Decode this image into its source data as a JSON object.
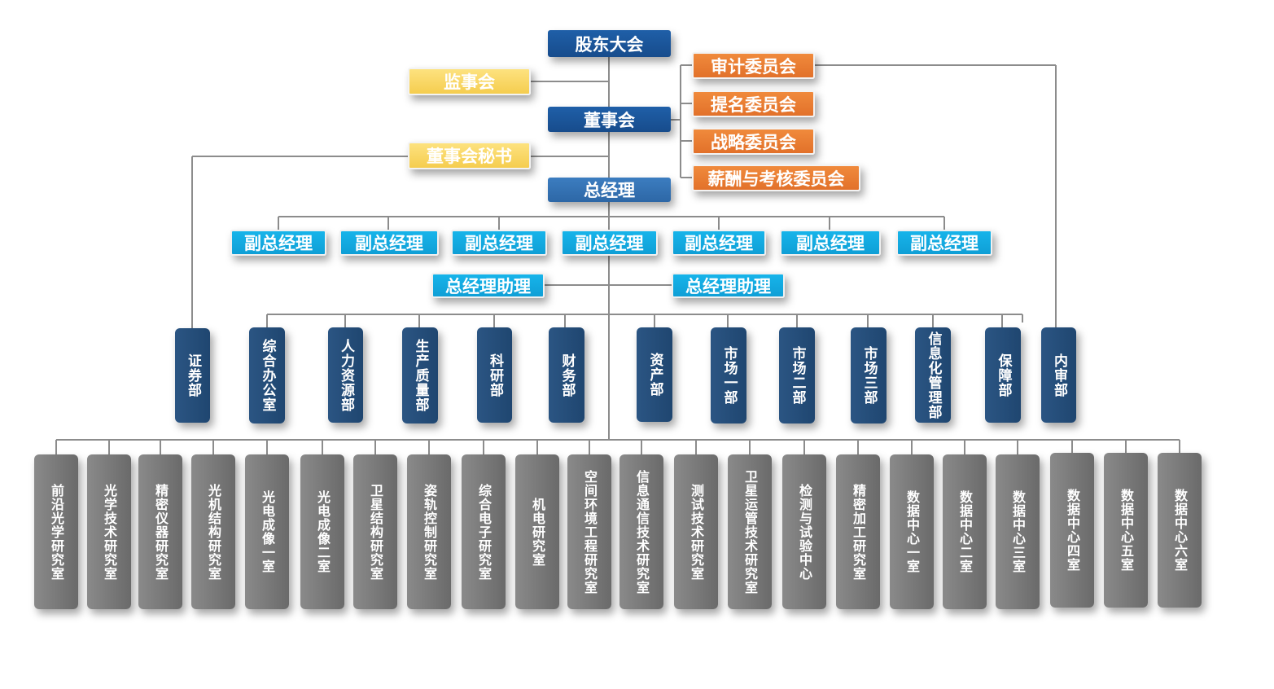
{
  "top": {
    "shareholders": "股东大会",
    "supervisors": "监事会",
    "board": "董事会",
    "board_secretary": "董事会秘书",
    "general_manager": "总经理"
  },
  "committees": [
    "审计委员会",
    "提名委员会",
    "战略委员会",
    "薪酬与考核委员会"
  ],
  "deputy_gms": [
    "副总经理",
    "副总经理",
    "副总经理",
    "副总经理",
    "副总经理",
    "副总经理",
    "副总经理"
  ],
  "gm_assistants": [
    "总经理助理",
    "总经理助理"
  ],
  "departments": [
    "证券部",
    "综合办公室",
    "人力资源部",
    "生产质量部",
    "科研部",
    "财务部",
    "资产部",
    "市场一部",
    "市场二部",
    "市场三部",
    "信息化管理部",
    "保障部",
    "内审部"
  ],
  "rooms": [
    "前沿光学研究室",
    "光学技术研究室",
    "精密仪器研究室",
    "光机结构研究室",
    "光电成像一室",
    "光电成像二室",
    "卫星结构研究室",
    "姿轨控制研究室",
    "综合电子研究室",
    "机电研究室",
    "空间环境工程研究室",
    "信息通信技术研究室",
    "测试技术研究室",
    "卫星运管技术研究室",
    "检测与试验中心",
    "精密加工研究室",
    "数据中心一室",
    "数据中心二室",
    "数据中心三室",
    "数据中心四室",
    "数据中心五室",
    "数据中心六室"
  ],
  "colors": {
    "line": "#8c8c8c",
    "navy": "#1f5fa8",
    "gold": "#f7d25c",
    "orange": "#e8782f",
    "cyan": "#14aee3",
    "dept": "#23507e",
    "room": "#7a7a7a"
  }
}
